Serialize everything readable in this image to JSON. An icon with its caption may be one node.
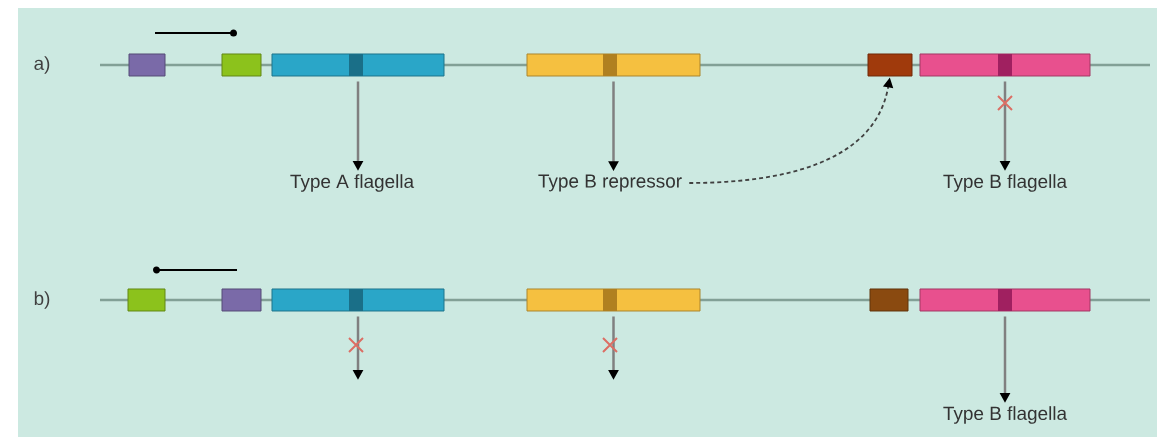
{
  "diagram": {
    "nodes": [
      {
        "text": [],
        "shape": "box"
      },
      {
        "text": [],
        "shape": "box"
      },
      {
        "text": [],
        "shape": "box"
      },
      {
        "text": [],
        "shape": "box"
      },
      {
        "text": [],
        "shape": "box"
      },
      {
        "text": [],
        "shape": "box"
      },
      {
        "text": [
          "Type A flagella"
        ]
      },
      {
        "text": [
          "Type B repressor"
        ]
      },
      {
        "text": [
          "Type B flagella"
        ]
      },
      {
        "text": [],
        "shape": "box"
      },
      {
        "text": [],
        "shape": "box"
      },
      {
        "text": [],
        "shape": "box"
      },
      {
        "text": [],
        "shape": "box"
      },
      {
        "text": [],
        "shape": "box"
      },
      {
        "text": [],
        "shape": "box"
      },
      {
        "text": [
          "Type B flagella"
        ]
      }
    ],
    "edges": [
      {
        "from": 2,
        "to": 6,
        "arrow": "to"
      },
      {
        "from": 3,
        "to": 7,
        "arrow": "to"
      },
      {
        "from": 5,
        "to": 8,
        "arrow": "to"
      },
      {
        "from": 7,
        "to": 4,
        "arrow": "to",
        "style": "dashed"
      },
      {
        "from": 11,
        "to": null,
        "arrow": "to"
      },
      {
        "from": 12,
        "to": null,
        "arrow": "to"
      },
      {
        "from": 14,
        "to": 15,
        "arrow": "to"
      }
    ],
    "labels": [
      "a)",
      "b)"
    ]
  }
}
